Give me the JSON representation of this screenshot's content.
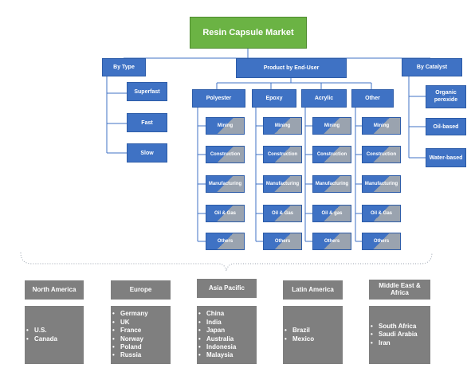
{
  "title": "Resin Capsule Market",
  "by_type": {
    "label": "By Type",
    "items": [
      "Superfast",
      "Fast",
      "Slow"
    ]
  },
  "end_user": {
    "label": "Product by End-User",
    "groups": [
      {
        "name": "Polyester",
        "items": [
          "Mining",
          "Construction",
          "Manufacturing",
          "Oil & Gas",
          "Others"
        ]
      },
      {
        "name": "Epoxy",
        "items": [
          "Mining",
          "Construction",
          "Manufacturing",
          "Oil & Gas",
          "Others"
        ]
      },
      {
        "name": "Acrylic",
        "items": [
          "Mining",
          "Construction",
          "Manufacturing",
          "Oil & gas",
          "Others"
        ]
      },
      {
        "name": "Other",
        "items": [
          "Mining",
          "Construction",
          "Manufacturing",
          "Oil & Gas",
          "Others"
        ]
      }
    ]
  },
  "by_catalyst": {
    "label": "By Catalyst",
    "items": [
      "Organic peroxide",
      "Oil-based",
      "Water-based"
    ]
  },
  "regions": [
    {
      "name": "North America",
      "countries": [
        "U.S.",
        "Canada"
      ]
    },
    {
      "name": "Europe",
      "countries": [
        "Germany",
        "UK",
        "France",
        "Norway",
        "Poland",
        "Russia"
      ]
    },
    {
      "name": "Asia Pacific",
      "countries": [
        "China",
        "India",
        "Japan",
        "Australia",
        "Indonesia",
        "Malaysia"
      ]
    },
    {
      "name": "Latin America",
      "countries": [
        "Brazil",
        "Mexico"
      ]
    },
    {
      "name": "Middle East & Africa",
      "countries": [
        "South Africa",
        "Saudi Arabia",
        "Iran"
      ]
    }
  ],
  "colors": {
    "root": "#6bb344",
    "node_blue": "#3f72c4",
    "leaf_gray": "#9aa3af",
    "region_gray": "#7f7f7f",
    "connector": "#3f72c4"
  }
}
